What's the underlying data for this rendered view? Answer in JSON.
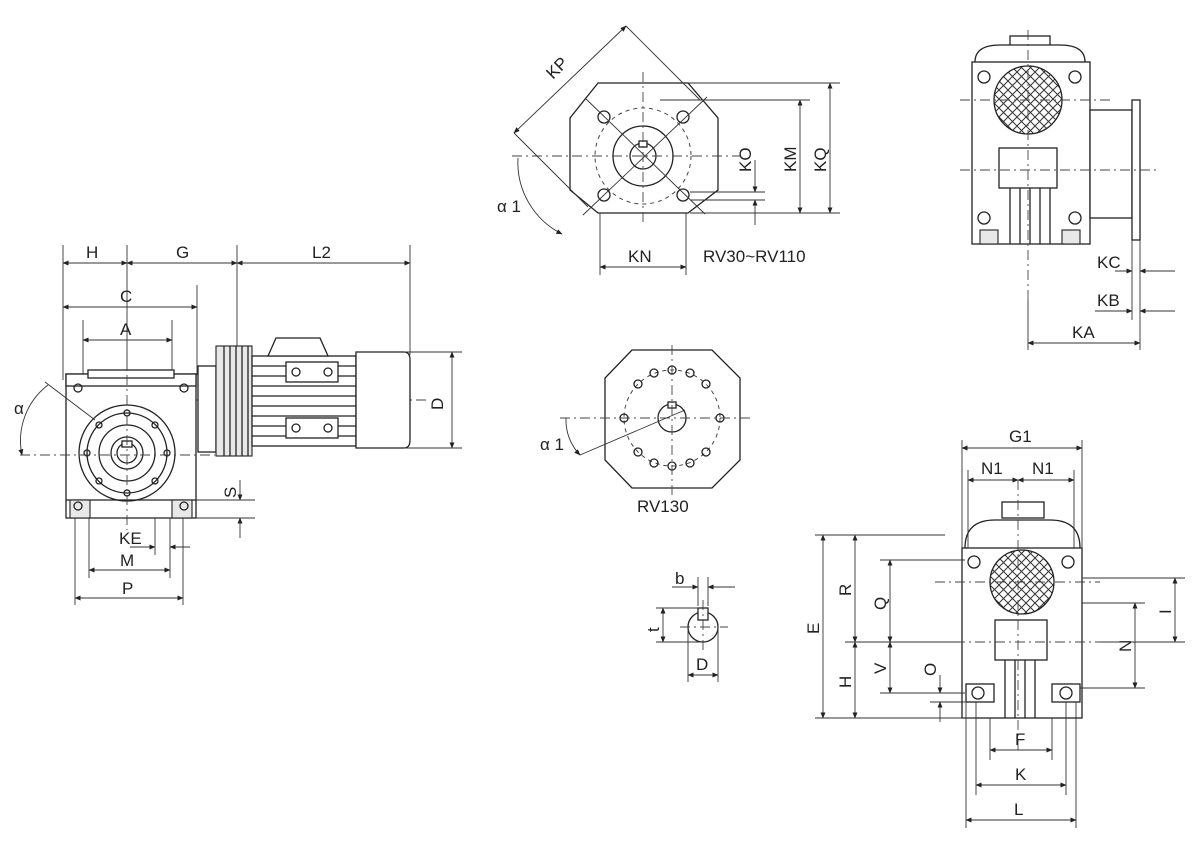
{
  "labels": {
    "H": "H",
    "G": "G",
    "L2": "L2",
    "C": "C",
    "A": "A",
    "alpha": "α",
    "D": "D",
    "S": "S",
    "KE": "KE",
    "M": "M",
    "P": "P",
    "KP": "KP",
    "alpha1": "α 1",
    "KO": "KO",
    "KM": "KM",
    "KQ": "KQ",
    "KN": "KN",
    "caption_rv30_110": "RV30~RV110",
    "alpha1_rv130": "α 1",
    "caption_rv130": "RV130",
    "KC": "KC",
    "KB": "KB",
    "KA": "KA",
    "b": "b",
    "t": "t",
    "D_shaft": "D",
    "G1": "G1",
    "N1_left": "N1",
    "N1_right": "N1",
    "E": "E",
    "R": "R",
    "Q": "Q",
    "I": "I",
    "N": "N",
    "V": "V",
    "H_side": "H",
    "O": "O",
    "F": "F",
    "K": "K",
    "L": "L"
  },
  "colors": {
    "line": "#222222",
    "background": "#ffffff"
  }
}
